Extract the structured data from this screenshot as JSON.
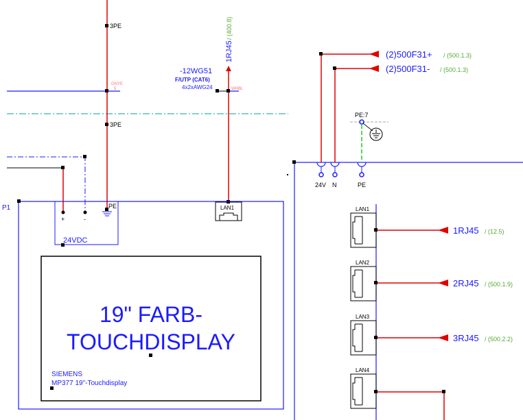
{
  "colors": {
    "wire": "#e00000",
    "frame": "#1a1aff",
    "ref": "#55aa33",
    "black": "#000000",
    "dashcyan": "#00a0a0",
    "pegreen": "#22cc22",
    "faint": "#ff7070"
  },
  "labels": {
    "pe1": "3PE",
    "pe2": "3PE",
    "cable_vert": "1RJ45",
    "cable_vert_ref": "/ (400.8)",
    "cable_name": "-12WG51",
    "cable_type": "F/UTP (CAT6)",
    "cable_spec": "4x2xAWG24",
    "faint_a1": "GNYE",
    "faint_a2": "5",
    "faint_b": "WHBL",
    "dev_left": "P1",
    "pe_term": "PE",
    "plus": "+",
    "minus": "-",
    "vdc": "24VDC",
    "lan_left": "LAN1",
    "display_line1": "19\" FARB-",
    "display_line2": "TOUCHDISPLAY",
    "mfr": "SIEMENS",
    "model": "MP377 19\"-Touchdisplay",
    "pe7": "PE:7",
    "t24": "24V",
    "tn": "N",
    "tpe": "PE",
    "lan1": "LAN1",
    "lan2": "LAN2",
    "lan3": "LAN3",
    "lan4": "LAN4"
  },
  "xrefs": [
    {
      "name": "(2)500F31+",
      "ref": "/ (500.1.3)"
    },
    {
      "name": "(2)500F31-",
      "ref": "/ (500.1.3)"
    },
    {
      "name": "1RJ45",
      "ref": "/ (12.5)"
    },
    {
      "name": "2RJ45",
      "ref": "/ (500.1.9)"
    },
    {
      "name": "3RJ45",
      "ref": "/ (500.2.2)"
    }
  ]
}
